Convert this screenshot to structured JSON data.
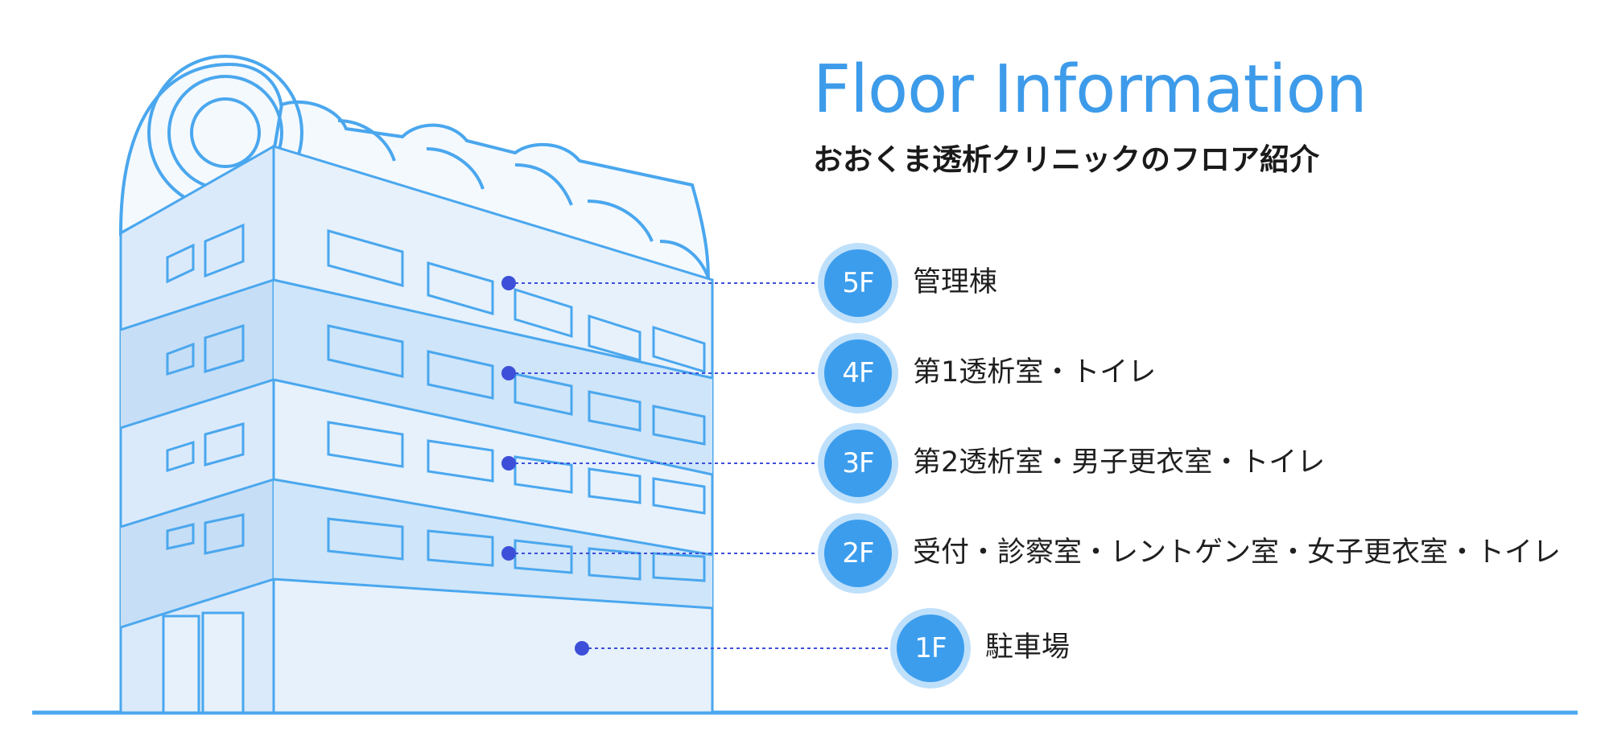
{
  "title_en": "Floor Information",
  "title_ja": "おおくま透析クリニックのフロア紹介",
  "colors": {
    "accent": "#3c9ded",
    "badge_ring": "#bfe0fb",
    "building_outline": "#4aa7ee",
    "building_fill_light": "#e6f1fc",
    "building_fill_dark": "#c9e2f8",
    "leader_dot": "#3d4fd8",
    "ground_line": "#4aa7ee"
  },
  "floors": [
    {
      "label": "5F",
      "description": "管理棟"
    },
    {
      "label": "4F",
      "description": "第1透析室・トイレ"
    },
    {
      "label": "3F",
      "description": "第2透析室・男子更衣室・トイレ"
    },
    {
      "label": "2F",
      "description": "受付・診察室・レントゲン室・女子更衣室・トイレ"
    },
    {
      "label": "1F",
      "description": "駐車場"
    }
  ]
}
